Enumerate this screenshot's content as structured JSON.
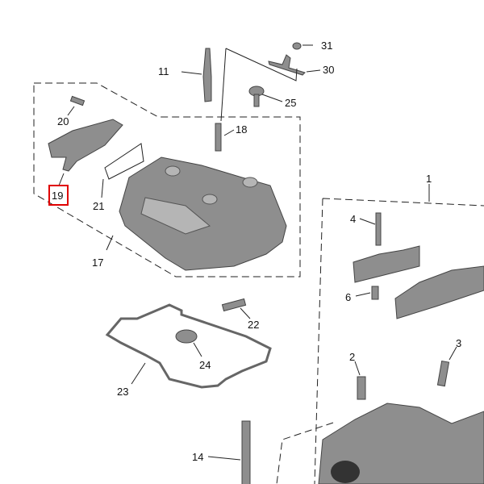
{
  "diagram": {
    "highlight_color": "#e00000",
    "highlighted_part": "19",
    "labels": {
      "p1": "1",
      "p2": "2",
      "p3": "3",
      "p4": "4",
      "p6": "6",
      "p11": "11",
      "p14": "14",
      "p17": "17",
      "p18": "18",
      "p19": "19",
      "p20": "20",
      "p21": "21",
      "p22": "22",
      "p23": "23",
      "p24": "24",
      "p25": "25",
      "p30": "30",
      "p31": "31"
    }
  }
}
